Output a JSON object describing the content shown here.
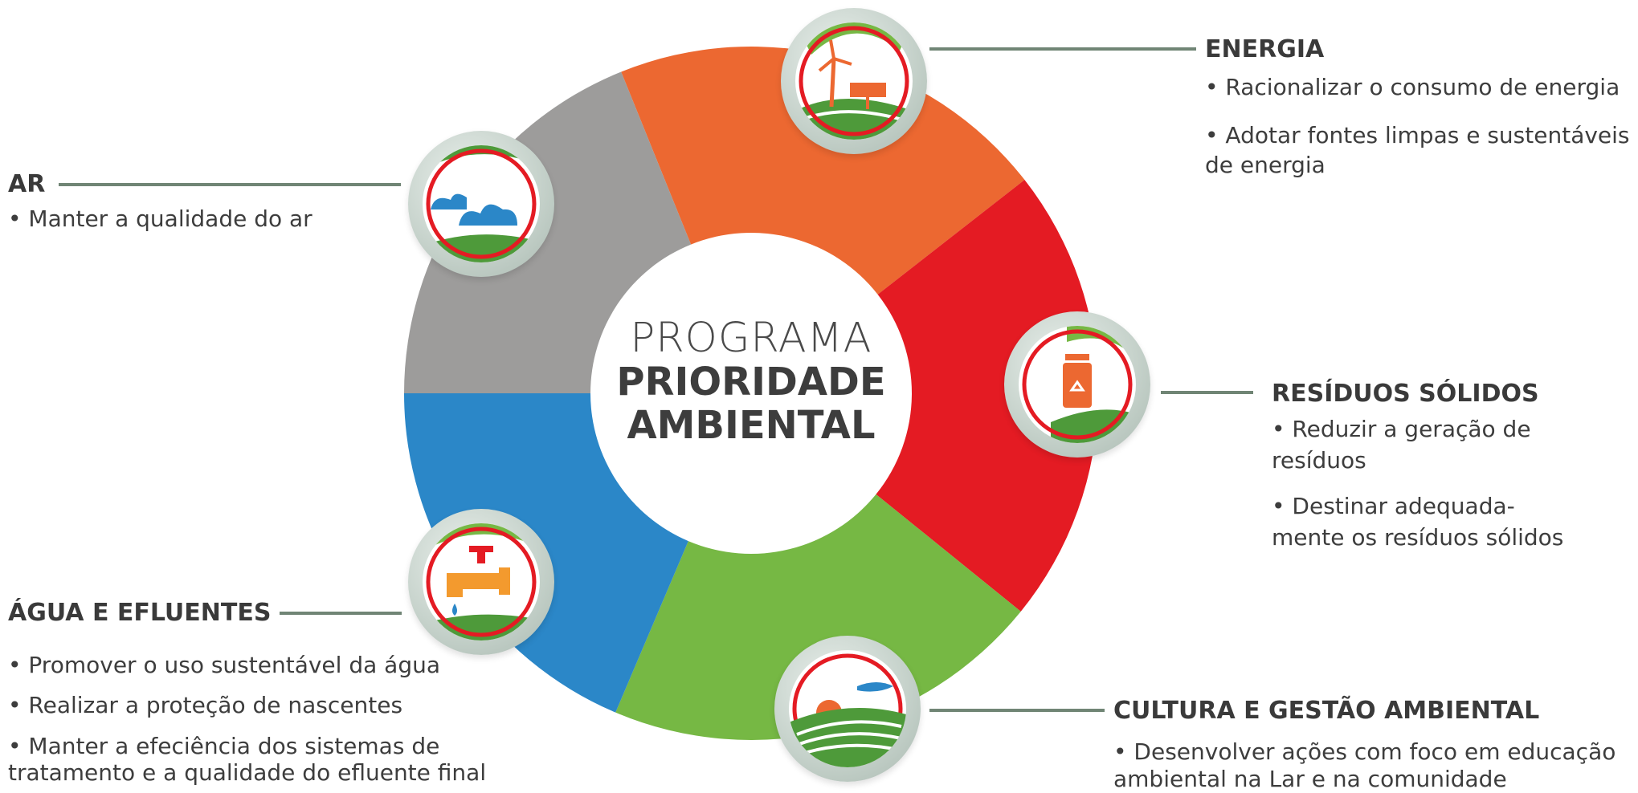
{
  "center": {
    "line1": "PROGRAMA",
    "line2": "PRIORIDADE",
    "line3": "AMBIENTAL"
  },
  "colors": {
    "orange": "#ec6831",
    "red": "#e41b23",
    "green": "#76b844",
    "blue": "#2b87c8",
    "gray": "#9d9c9b",
    "rule": "#708575"
  },
  "sections": {
    "energia": {
      "title": "ENERGIA",
      "items": [
        "• Racionalizar o consumo de energia",
        "• Adotar fontes limpas e sustentáveis",
        "de energia"
      ],
      "icon": "wind-solar-icon"
    },
    "ar": {
      "title": "AR",
      "items": [
        "• Manter a qualidade do ar"
      ],
      "icon": "clouds-icon"
    },
    "residuos": {
      "title": "RESÍDUOS SÓLIDOS",
      "items": [
        "• Reduzir a geração de",
        "resíduos",
        "• Destinar adequada-",
        "mente os resíduos sólidos"
      ],
      "icon": "recycle-bin-icon"
    },
    "agua": {
      "title": "ÁGUA E EFLUENTES",
      "items": [
        "• Promover o uso sustentável da água",
        "• Realizar a proteção de nascentes",
        "• Manter a efeciência dos sistemas de",
        "tratamento e a qualidade do efluente final"
      ],
      "icon": "water-tap-icon"
    },
    "cultura": {
      "title": "CULTURA E GESTÃO AMBIENTAL",
      "items": [
        "• Desenvolver ações com foco em educação",
        "ambiental na Lar e na comunidade"
      ],
      "icon": "landscape-sun-icon"
    }
  }
}
